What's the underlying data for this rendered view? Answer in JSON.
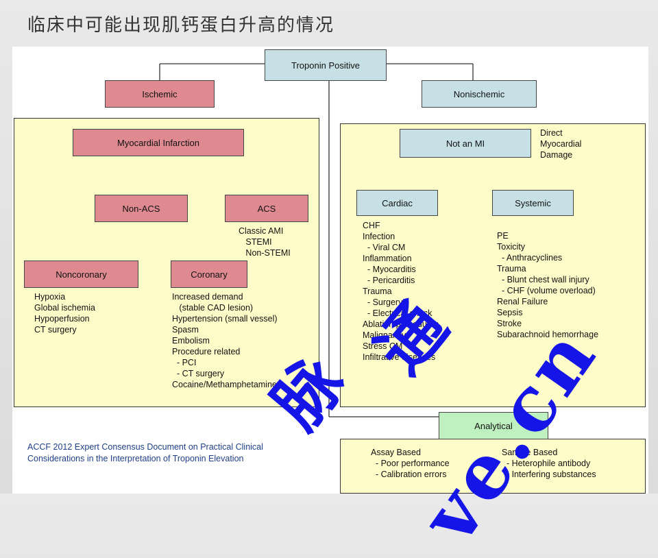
{
  "title": "临床中可能出现肌钙蛋白升高的情况",
  "nodes": {
    "root": "Troponin Positive",
    "ischemic": "Ischemic",
    "nonischemic": "Nonischemic",
    "mi": "Myocardial Infarction",
    "non_acs": "Non-ACS",
    "acs": "ACS",
    "noncoronary": "Noncoronary",
    "coronary": "Coronary",
    "not_mi": "Not an MI",
    "cardiac": "Cardiac",
    "systemic": "Systemic",
    "analytical": "Analytical"
  },
  "lists": {
    "direct_damage": "Direct\nMyocardial\nDamage",
    "acs": "Classic AMI\n   STEMI\n   Non-STEMI",
    "noncoronary": "Hypoxia\nGlobal ischemia\nHypoperfusion\nCT surgery",
    "coronary": "Increased demand\n   (stable CAD lesion)\nHypertension (small vessel)\nSpasm\nEmbolism\nProcedure related\n  - PCI\n  - CT surgery\nCocaine/Methamphetamine",
    "cardiac": "CHF\nInfection\n  - Viral CM\nInflammation\n  - Myocarditis\n  - Pericarditis\nTrauma\n  - Surgery\n  - Electrical shock\nAblation procedures\nMalignancy\nStress CM\nInfiltrative diseases",
    "systemic": "PE\nToxicity\n  - Anthracyclines\nTrauma\n  - Blunt chest wall injury\n  - CHF (volume overload)\nRenal Failure\nSepsis\nStroke\nSubarachnoid hemorrhage",
    "assay": "Assay Based\n  - Poor performance\n  - Calibration errors",
    "sample": "Sample Based\n  - Heterophile antibody\n  - Interfering substances"
  },
  "citation": "ACCF 2012 Expert Consensus Document on Practical Clinical\nConsiderations in the Interpretation of Troponin Elevation",
  "watermark": {
    "cn": "脉",
    "cn2": "通",
    "latin": "ve.cn"
  },
  "colors": {
    "blue_box": "#c6e0e6",
    "red_box": "#de8a90",
    "green_box": "#bff0c0",
    "panel": "#fefcc8",
    "watermark": "#1515e8"
  }
}
